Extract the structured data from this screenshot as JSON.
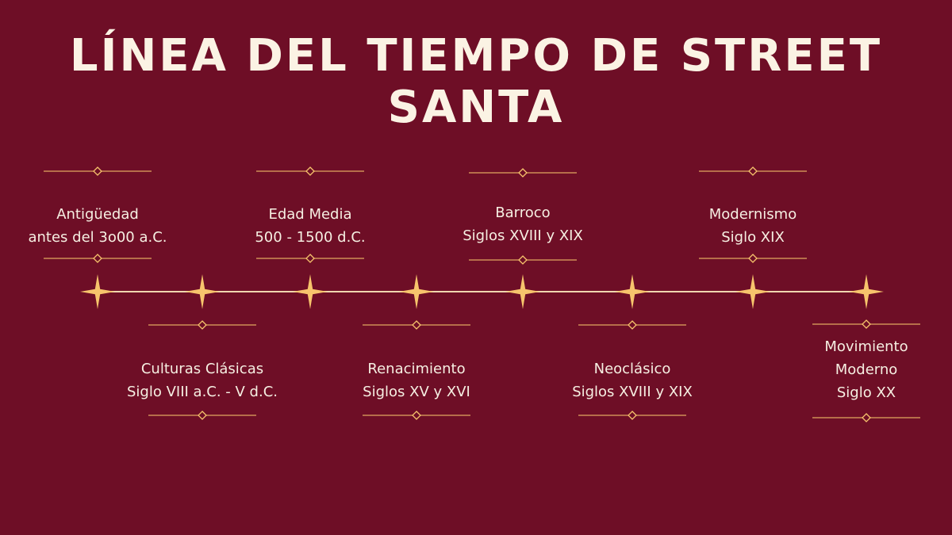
{
  "title": "LÍNEA DEL TIEMPO DE STREET SANTA",
  "colors": {
    "background": "#6e0e26",
    "accent": "#f7c46c",
    "line": "#f0d7b0",
    "text": "#f6efe2"
  },
  "events": [
    {
      "lines": [
        "Antigüedad",
        "antes del 3o00 a.C."
      ],
      "side": "above"
    },
    {
      "lines": [
        "Culturas Clásicas",
        "Siglo VIII a.C. - V d.C."
      ],
      "side": "below"
    },
    {
      "lines": [
        "Edad Media",
        "500 - 1500 d.C."
      ],
      "side": "above"
    },
    {
      "lines": [
        "Renacimiento",
        "Siglos XV y XVI"
      ],
      "side": "below"
    },
    {
      "lines": [
        "Barroco",
        "Siglos XVIII y XIX"
      ],
      "side": "above"
    },
    {
      "lines": [
        "Neoclásico",
        "Siglos XVIII y XIX"
      ],
      "side": "below"
    },
    {
      "lines": [
        "Modernismo",
        "Siglo XIX"
      ],
      "side": "above"
    },
    {
      "lines": [
        "Movimiento",
        "Moderno",
        "Siglo XX"
      ],
      "side": "below"
    }
  ]
}
